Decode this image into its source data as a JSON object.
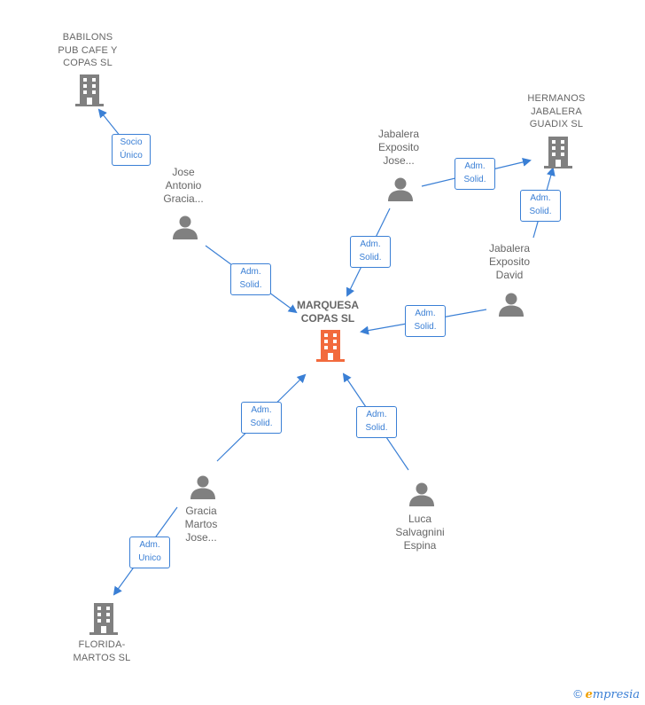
{
  "nodes": {
    "main": {
      "label": "MARQUESA\nCOPAS  SL",
      "type": "company-main"
    },
    "babilons": {
      "label": "BABILONS\nPUB CAFE Y\nCOPAS  SL",
      "type": "company"
    },
    "hermanos": {
      "label": "HERMANOS\nJABALERA\nGUADIX  SL",
      "type": "company"
    },
    "florida": {
      "label": "FLORIDA-\nMARTOS  SL",
      "type": "company"
    },
    "jose_antonio": {
      "label": "Jose\nAntonio\nGracia...",
      "type": "person"
    },
    "jabalera_jose": {
      "label": "Jabalera\nExposito\nJose...",
      "type": "person"
    },
    "jabalera_david": {
      "label": "Jabalera\nExposito\nDavid",
      "type": "person"
    },
    "gracia_martos": {
      "label": "Gracia\nMartos\nJose...",
      "type": "person"
    },
    "luca": {
      "label": "Luca\nSalvagnini\nEspina",
      "type": "person"
    }
  },
  "edges": [
    {
      "id": "e1",
      "label": "Socio\nÚnico",
      "from": "jose_antonio",
      "to": "babilons"
    },
    {
      "id": "e2",
      "label": "Adm.\nSolid.",
      "from": "jose_antonio",
      "to": "main"
    },
    {
      "id": "e3",
      "label": "Adm.\nSolid.",
      "from": "jabalera_jose",
      "to": "main"
    },
    {
      "id": "e4",
      "label": "Adm.\nSolid.",
      "from": "jabalera_jose",
      "to": "hermanos"
    },
    {
      "id": "e5",
      "label": "Adm.\nSolid.",
      "from": "jabalera_david",
      "to": "hermanos"
    },
    {
      "id": "e6",
      "label": "Adm.\nSolid.",
      "from": "jabalera_david",
      "to": "main"
    },
    {
      "id": "e7",
      "label": "Adm.\nSolid.",
      "from": "gracia_martos",
      "to": "main"
    },
    {
      "id": "e8",
      "label": "Adm.\nSolid.",
      "from": "luca",
      "to": "main"
    },
    {
      "id": "e9",
      "label": "Adm.\nUnico",
      "from": "gracia_martos",
      "to": "florida"
    }
  ],
  "colors": {
    "edge": "#3a7fd5",
    "icon": "#808080",
    "main_icon": "#f26a3d",
    "text": "#666666"
  },
  "footer": {
    "copyright": "©",
    "brand_first": "e",
    "brand_rest": "mpresia"
  }
}
